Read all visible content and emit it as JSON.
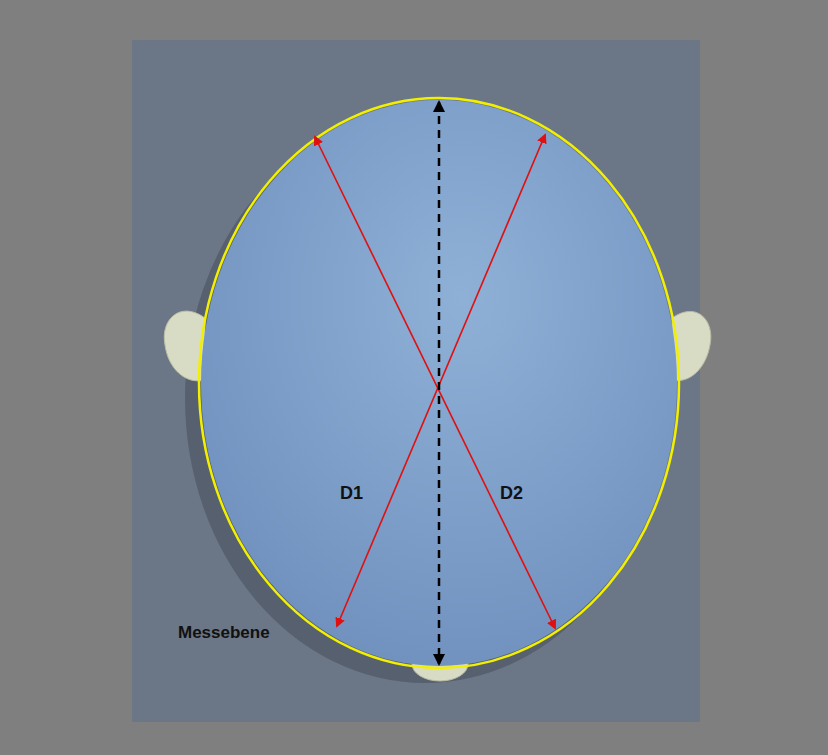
{
  "diagram": {
    "labels": [
      "D1",
      "D2",
      "Messebene"
    ]
  }
}
